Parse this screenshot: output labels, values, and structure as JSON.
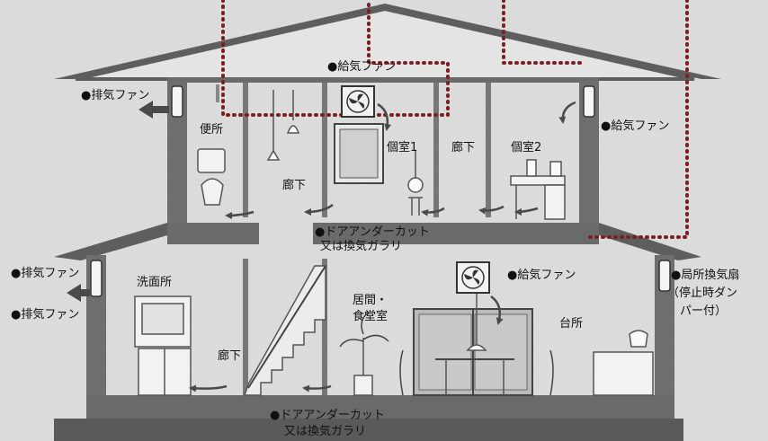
{
  "labels": {
    "supply_fan_top": "●給気ファン",
    "exhaust_fan_2f": "●排気ファン",
    "supply_fan_right_2f": "●給気ファン",
    "toilet": "便所",
    "private_room_1": "個室1",
    "corridor_2f_mid": "廊下",
    "private_room_2": "個室2",
    "corridor_2f_left": "廊下",
    "door_undercut_2f_line1": "●ドアアンダーカット",
    "door_undercut_2f_line2": "又は換気ガラリ",
    "exhaust_fan_1f_top": "●排気ファン",
    "exhaust_fan_1f_bottom": "●排気ファン",
    "washroom": "洗面所",
    "supply_fan_1f": "●給気ファン",
    "living_line1": "居間・",
    "living_line2": "食堂室",
    "kitchen": "台所",
    "local_fan_line1": "●局所換気扇",
    "local_fan_line2": "（停止時ダン",
    "local_fan_line3": "パー付）",
    "corridor_1f": "廊下",
    "door_undercut_1f_line1": "●ドアアンダーカット",
    "door_undercut_1f_line2": "又は換気ガラリ"
  },
  "colors": {
    "duct": "#7a1f24",
    "structure": "#5a5a5a",
    "arrow": "#3a3a3a",
    "background": "#dcdcdc",
    "fan_face": "#f2f2f2"
  },
  "icons": [
    "supply-fan-icon",
    "exhaust-fan-icon",
    "airflow-arrow-icon",
    "wall-fan-icon"
  ]
}
